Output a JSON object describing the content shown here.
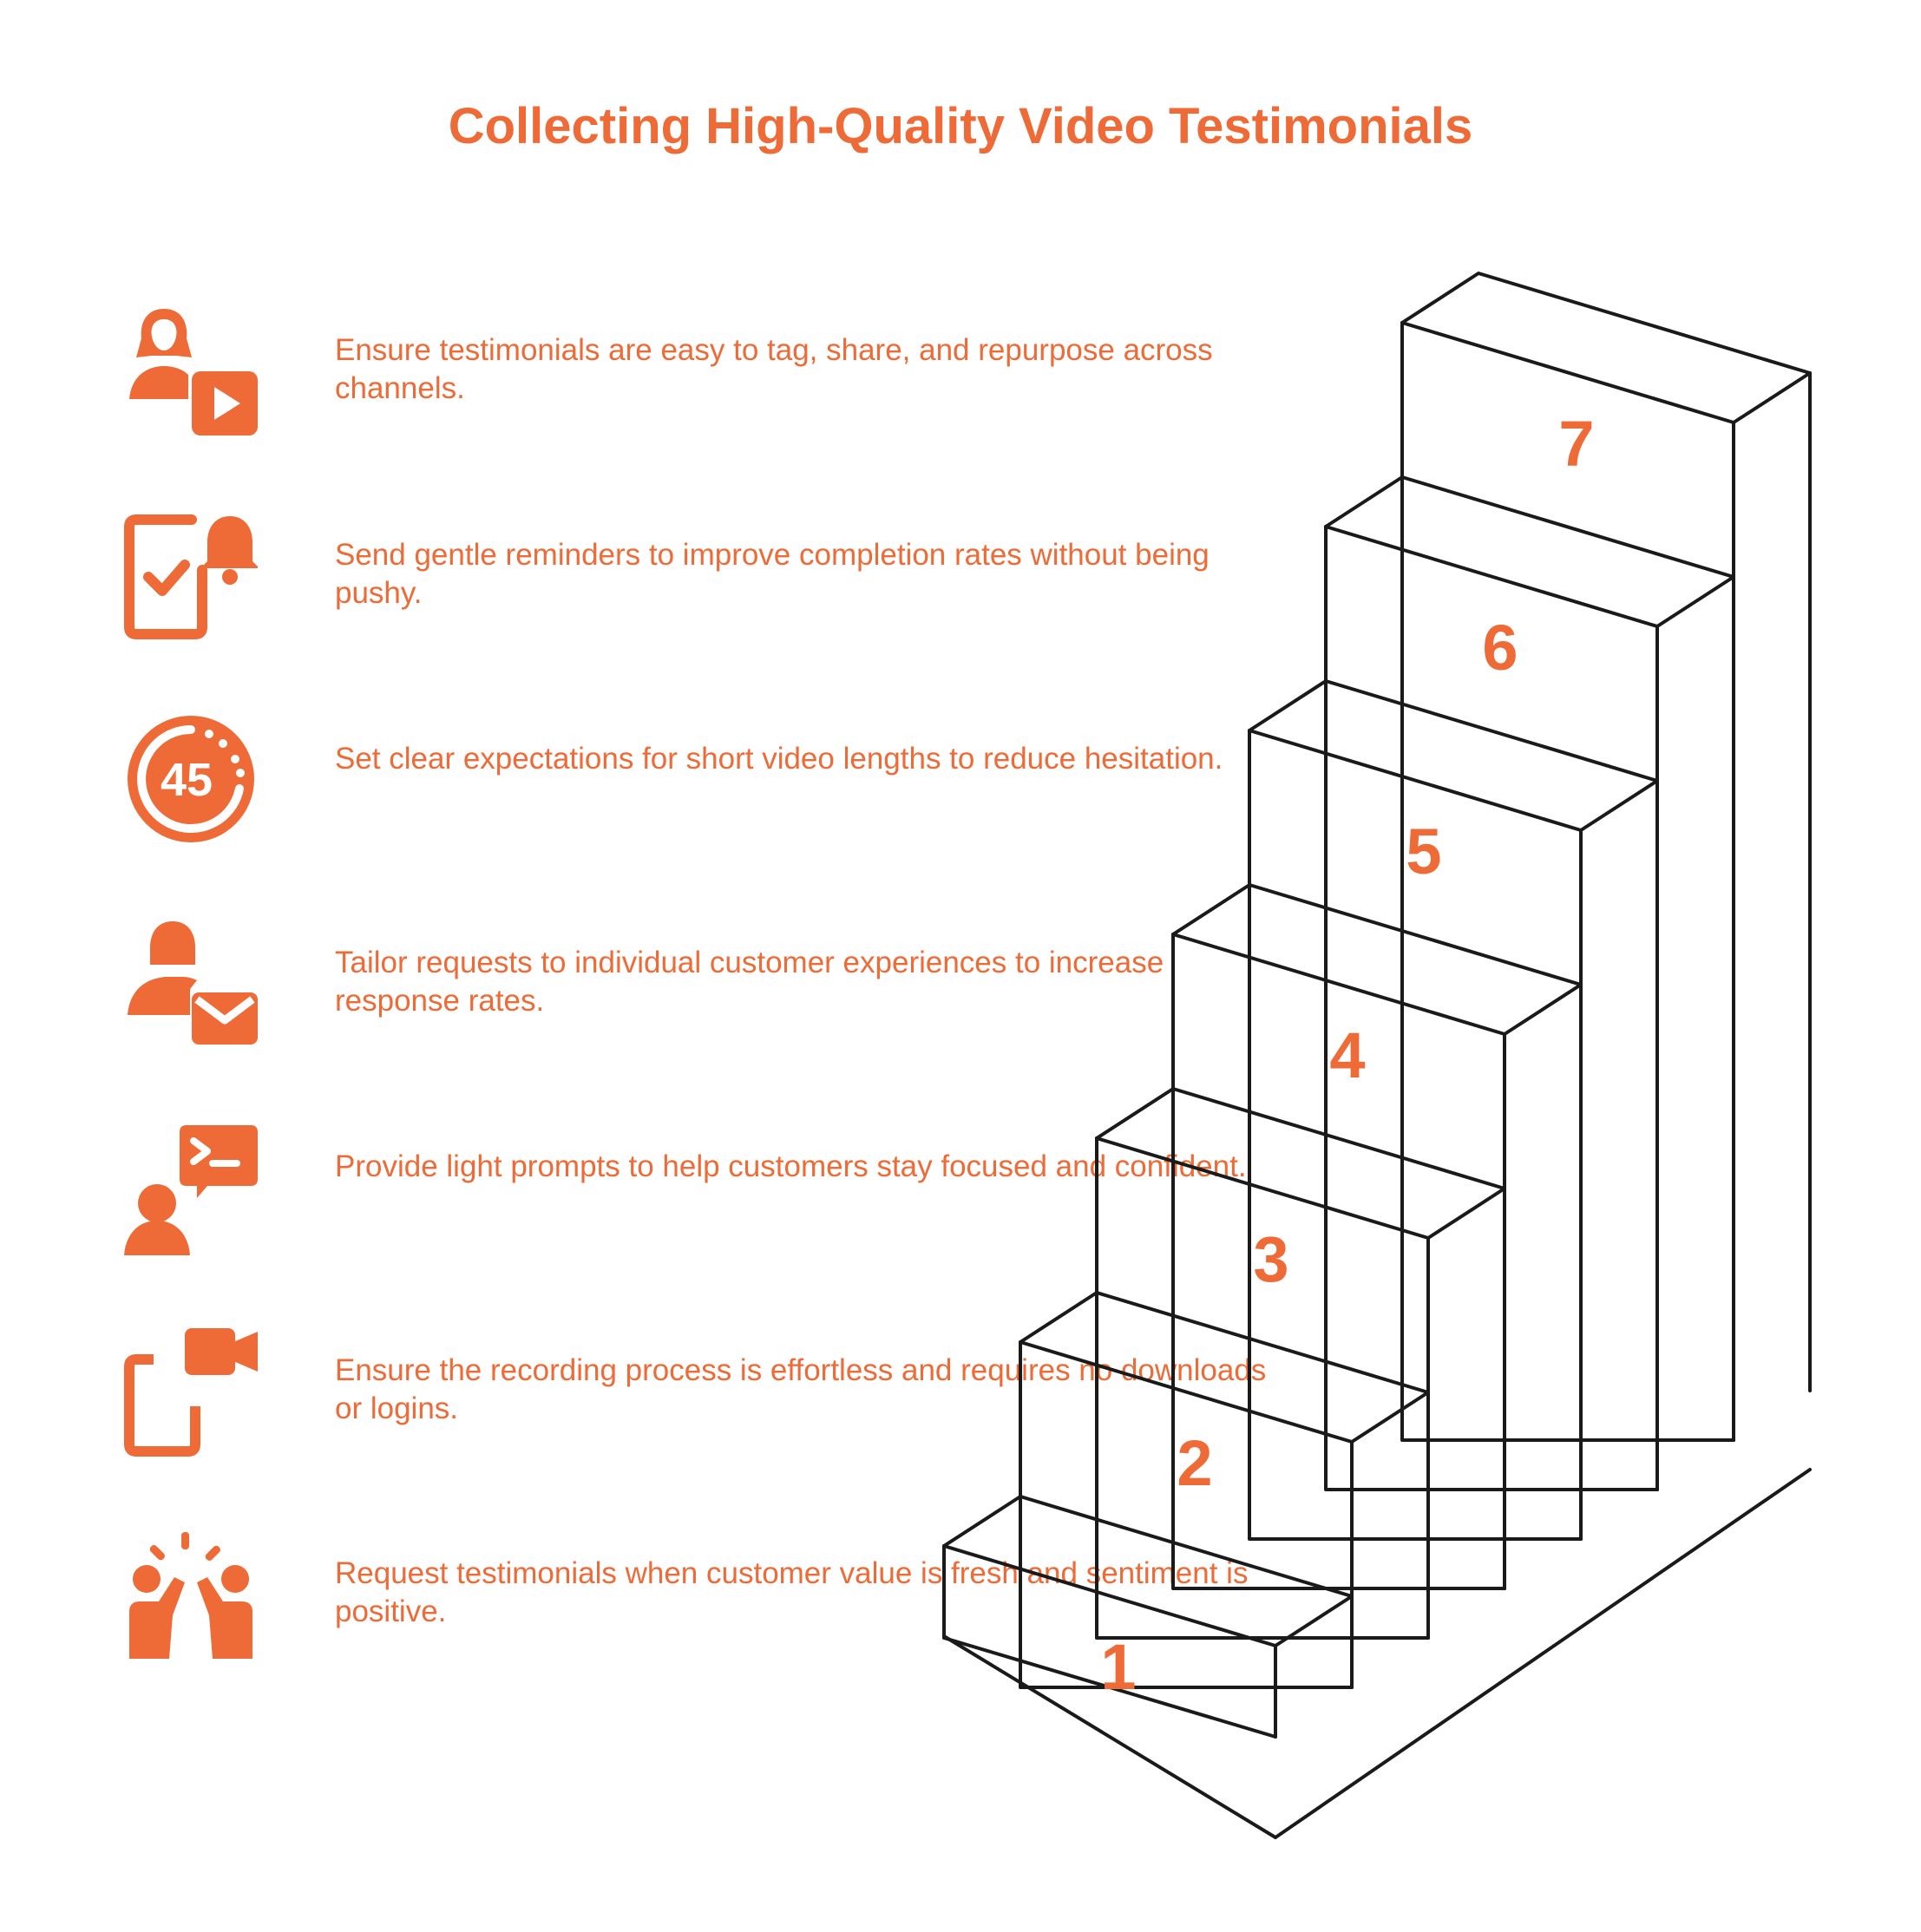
{
  "title": "Collecting High-Quality Video Testimonials",
  "accent_color": "#EE6A36",
  "steps": [
    {
      "number": "1",
      "text": "Request testimonials when customer value is fresh and sentiment is positive.",
      "icon": "high-five-icon"
    },
    {
      "number": "2",
      "text": "Ensure the recording process is effortless and requires no downloads or logins.",
      "icon": "phone-video-camera-icon"
    },
    {
      "number": "3",
      "text": "Provide light prompts to help customers stay focused and confident.",
      "icon": "person-prompt-bubble-icon"
    },
    {
      "number": "4",
      "text": "Tailor requests to individual customer experiences to increase response rates.",
      "icon": "person-envelope-icon"
    },
    {
      "number": "5",
      "text": "Set clear expectations for short video lengths to reduce hesitation.",
      "icon": "timer-45-icon"
    },
    {
      "number": "6",
      "text": "Send gentle reminders to improve completion rates without being pushy.",
      "icon": "phone-bell-icon"
    },
    {
      "number": "7",
      "text": "Ensure testimonials are easy to tag, share, and repurpose across channels.",
      "icon": "person-play-icon"
    }
  ],
  "icon_labels": {
    "timer": "45"
  }
}
